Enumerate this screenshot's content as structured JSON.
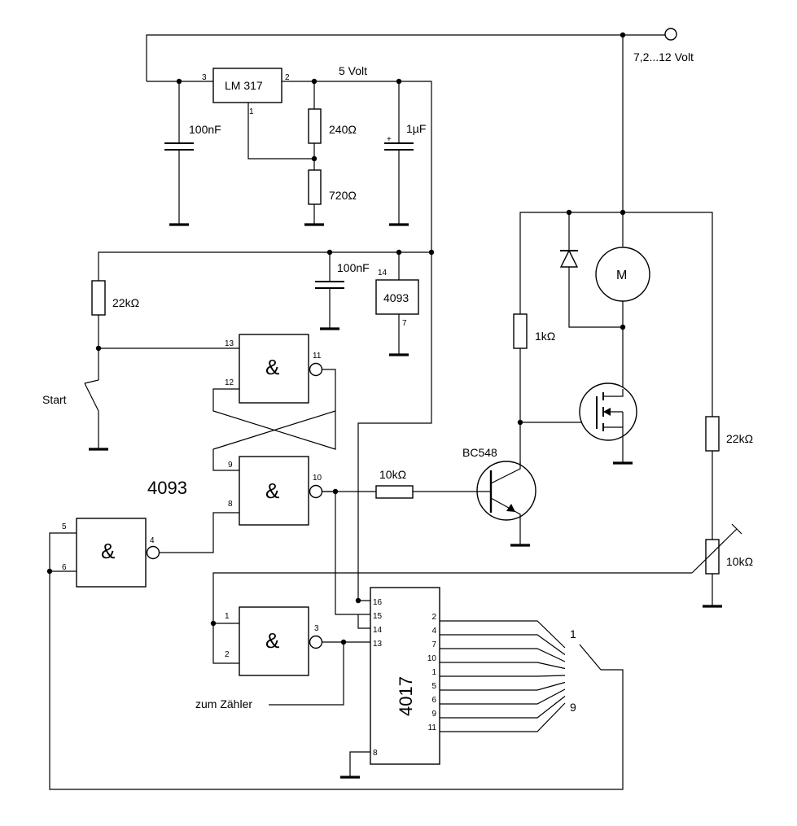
{
  "regulator": {
    "name": "LM 317",
    "pin_in": "3",
    "pin_out": "2",
    "pin_adj": "1"
  },
  "supply": {
    "input_label": "7,2...12 Volt",
    "regulated_label": "5 Volt"
  },
  "components": {
    "c_in": "100nF",
    "r_240": "240Ω",
    "r_720": "720Ω",
    "c_out": "1µF",
    "c_plus": "+",
    "c_ic": "100nF",
    "r_start": "22kΩ",
    "r_gate": "1kΩ",
    "r_base": "10kΩ",
    "transistor": "BC548",
    "r_div": "22kΩ",
    "pot": "10kΩ",
    "motor": "M"
  },
  "ic_4093": {
    "name": "4093",
    "vdd_pin": "14",
    "vss_pin": "7",
    "group_label": "4093"
  },
  "switch": {
    "label": "Start"
  },
  "gates": {
    "symbol": "&",
    "g1": {
      "in_a": "13",
      "in_b": "12",
      "out": "11"
    },
    "g2": {
      "in_a": "9",
      "in_b": "8",
      "out": "10"
    },
    "g3": {
      "in_a": "5",
      "in_b": "6",
      "out": "4"
    },
    "g4": {
      "in_a": "1",
      "in_b": "2",
      "out": "3"
    }
  },
  "counter": {
    "name": "4017",
    "left_pins": [
      "16",
      "15",
      "14",
      "13",
      "8"
    ],
    "right_pins": [
      "2",
      "4",
      "7",
      "10",
      "1",
      "5",
      "6",
      "9",
      "11"
    ]
  },
  "selector": {
    "first": "1",
    "last": "9"
  },
  "annotation": {
    "zum_zaehler": "zum Zähler"
  }
}
